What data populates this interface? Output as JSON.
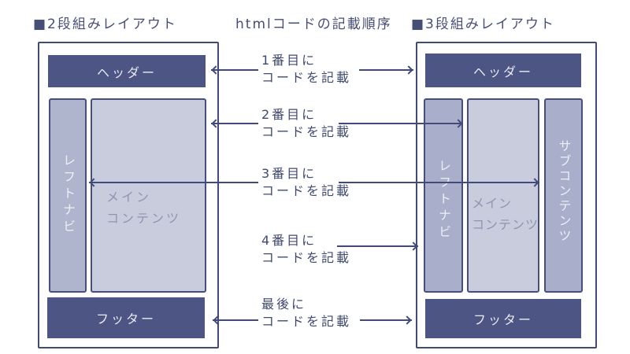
{
  "titles": {
    "left": "■2段組みレイアウト",
    "center": "htmlコードの記載順序",
    "right": "■3段組みレイアウト"
  },
  "two_column": {
    "header": "ヘッダー",
    "left_nav": "レフトナビ",
    "main_line1": "メイン",
    "main_line2": "コンテンツ",
    "footer": "フッター"
  },
  "three_column": {
    "header": "ヘッダー",
    "left_nav": "レフトナビ",
    "main_line1": "メイン",
    "main_line2": "コンテンツ",
    "sub": "サブコンテンツ",
    "footer": "フッター"
  },
  "steps": [
    {
      "line1": "1番目に",
      "line2": "コードを記載"
    },
    {
      "line1": "2番目に",
      "line2": "コードを記載"
    },
    {
      "line1": "3番目に",
      "line2": "コードを記載"
    },
    {
      "line1": "4番目に",
      "line2": "コードを記載"
    },
    {
      "line1": "最後に",
      "line2": "コードを記載"
    }
  ],
  "colors": {
    "outline_and_arrows": "#414a78",
    "header_footer_fill": "#4d5585",
    "nav_column_fill": "#a9aeca",
    "main_column_fill": "#c8ccdd",
    "label_text": "#3f4870",
    "column_light_text": "#eef0f7",
    "main_muted_text": "#8d95b1",
    "background": "#ffffff"
  }
}
